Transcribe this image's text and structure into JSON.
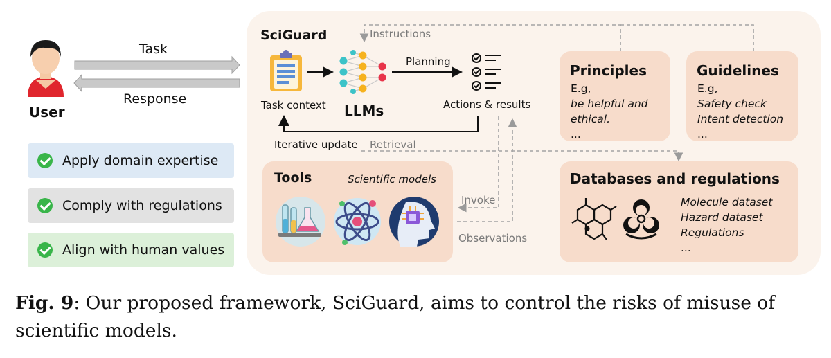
{
  "user": {
    "label": "User"
  },
  "arrows": {
    "task": "Task",
    "response": "Response"
  },
  "goals": [
    {
      "text": "Apply domain expertise",
      "bg": "#dde9f5"
    },
    {
      "text": "Comply with regulations",
      "bg": "#e2e2e2"
    },
    {
      "text": "Align with human values",
      "bg": "#dcf0d9"
    }
  ],
  "sciguard": {
    "title": "SciGuard",
    "instructions": "Instructions",
    "task_context": "Task context",
    "llms": "LLMs",
    "planning": "Planning",
    "actions": "Actions & results",
    "iterative_update": "Iterative update",
    "retrieval": "Retrieval",
    "invoke": "Invoke",
    "observations": "Observations"
  },
  "principles": {
    "title": "Principles",
    "lines": [
      "E.g,",
      "be helpful and",
      "ethical.",
      "..."
    ]
  },
  "guidelines": {
    "title": "Guidelines",
    "lines": [
      "E.g,",
      "Safety check",
      "Intent detection",
      "..."
    ]
  },
  "tools": {
    "title": "Tools",
    "subtitle": "Scientific models"
  },
  "databases": {
    "title": "Databases and regulations",
    "items": [
      "Molecule dataset",
      "Hazard dataset",
      "Regulations",
      "..."
    ]
  },
  "caption": {
    "label": "Fig. 9",
    "text": ": Our proposed framework, SciGuard, aims to control the risks of misuse of scientific models."
  }
}
